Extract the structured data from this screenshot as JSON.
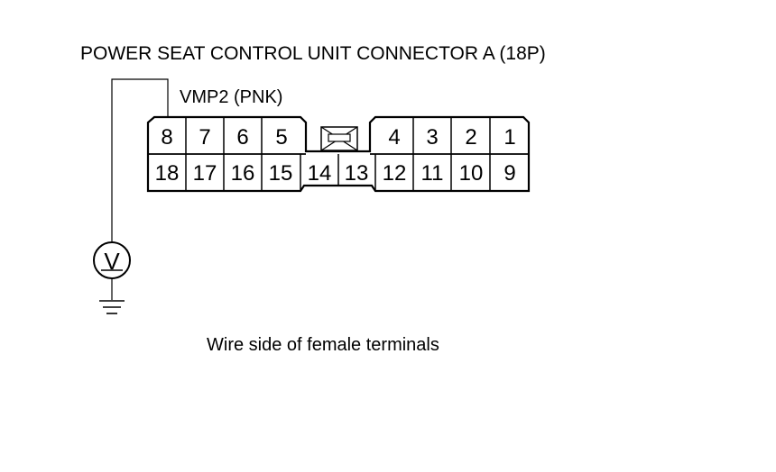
{
  "diagram": {
    "title": "POWER SEAT CONTROL UNIT CONNECTOR A (18P)",
    "wire_label": "VMP2 (PNK)",
    "caption": "Wire side of female terminals",
    "meter_symbol": "V",
    "connector": {
      "top_left": [
        "8",
        "7",
        "6",
        "5"
      ],
      "top_right": [
        "4",
        "3",
        "2",
        "1"
      ],
      "bottom": [
        "18",
        "17",
        "16",
        "15",
        "14",
        "13",
        "12",
        "11",
        "10",
        "9"
      ]
    },
    "icons": {
      "meter": "voltmeter-icon",
      "ground": "ground-icon",
      "lock": "connector-lock-tab-icon"
    }
  }
}
